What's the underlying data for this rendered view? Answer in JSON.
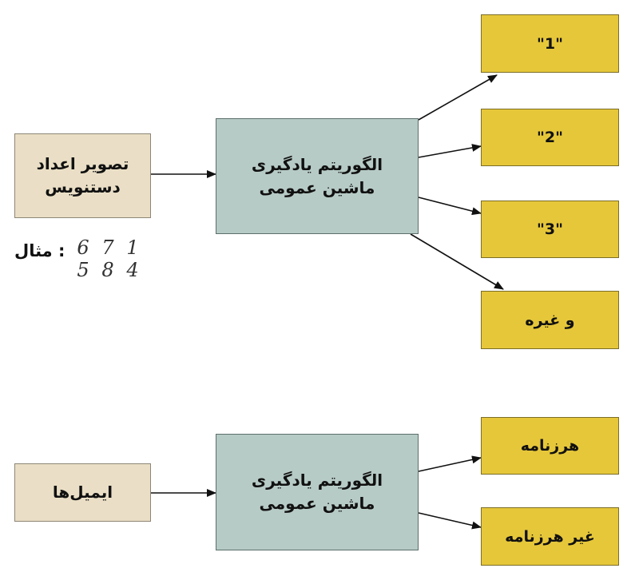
{
  "top": {
    "input_label": "تصویر اعداد\nدستنویس",
    "algorithm_label": "الگوریتم یادگیری\nماشین عمومی",
    "outputs": [
      "\"1\"",
      "\"2\"",
      "\"3\"",
      "و غیره"
    ],
    "example_label": ": مثال",
    "example_digits": [
      [
        "6",
        "7",
        "1"
      ],
      [
        "5",
        "8",
        "4"
      ]
    ]
  },
  "bottom": {
    "input_label": "ایمیل‌ها",
    "algorithm_label": "الگوریتم یادگیری\nماشین عمومی",
    "outputs": [
      "هرزنامه",
      "غیر هرزنامه"
    ]
  },
  "colors": {
    "input_fill": "#eadfc6",
    "algorithm_fill": "#b7cbc6",
    "output_fill": "#e6c73a",
    "arrow": "#111111"
  }
}
